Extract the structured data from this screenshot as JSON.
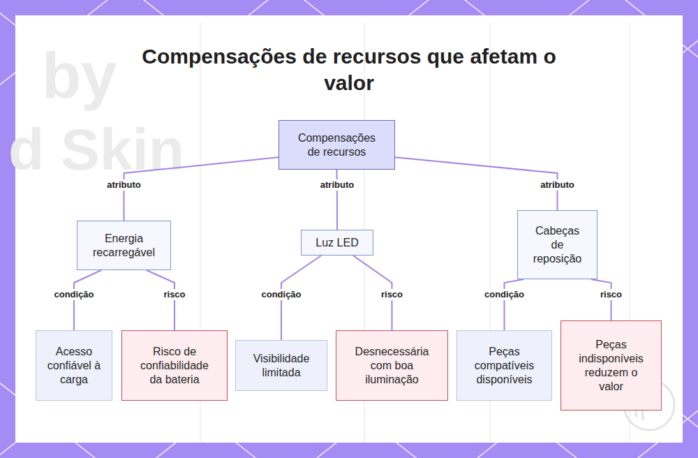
{
  "diagram": {
    "title": "Compensações de recursos que afetam o valor",
    "nodes": [
      {
        "text": [
          "Compensações de recursos"
        ]
      },
      {
        "text": [
          "Energia recarregável"
        ]
      },
      {
        "text": [
          "Luz LED"
        ]
      },
      {
        "text": [
          "Cabeças de reposição"
        ]
      },
      {
        "text": [
          "Acesso confiável à carga"
        ]
      },
      {
        "text": [
          "Risco de confiabilidade da bateria"
        ]
      },
      {
        "text": [
          "Visibilidade limitada"
        ]
      },
      {
        "text": [
          "Desnecessária com boa iluminação"
        ]
      },
      {
        "text": [
          "Peças compatíveis disponíveis"
        ]
      },
      {
        "text": [
          "Peças indisponíveis reduzem o valor"
        ]
      }
    ],
    "edges": [
      {
        "from": 0,
        "to": 1,
        "label": "atributo",
        "arrow": "none"
      },
      {
        "from": 0,
        "to": 2,
        "label": "atributo",
        "arrow": "none"
      },
      {
        "from": 0,
        "to": 3,
        "label": "atributo",
        "arrow": "none"
      },
      {
        "from": 1,
        "to": 4,
        "label": "condição",
        "arrow": "none"
      },
      {
        "from": 1,
        "to": 5,
        "label": "risco",
        "arrow": "none"
      },
      {
        "from": 2,
        "to": 6,
        "label": "condição",
        "arrow": "none"
      },
      {
        "from": 2,
        "to": 7,
        "label": "risco",
        "arrow": "none"
      },
      {
        "from": 3,
        "to": 8,
        "label": "condição",
        "arrow": "none"
      },
      {
        "from": 3,
        "to": 9,
        "label": "risco",
        "arrow": "none"
      }
    ],
    "labels": [
      "by",
      "d Skin"
    ]
  }
}
